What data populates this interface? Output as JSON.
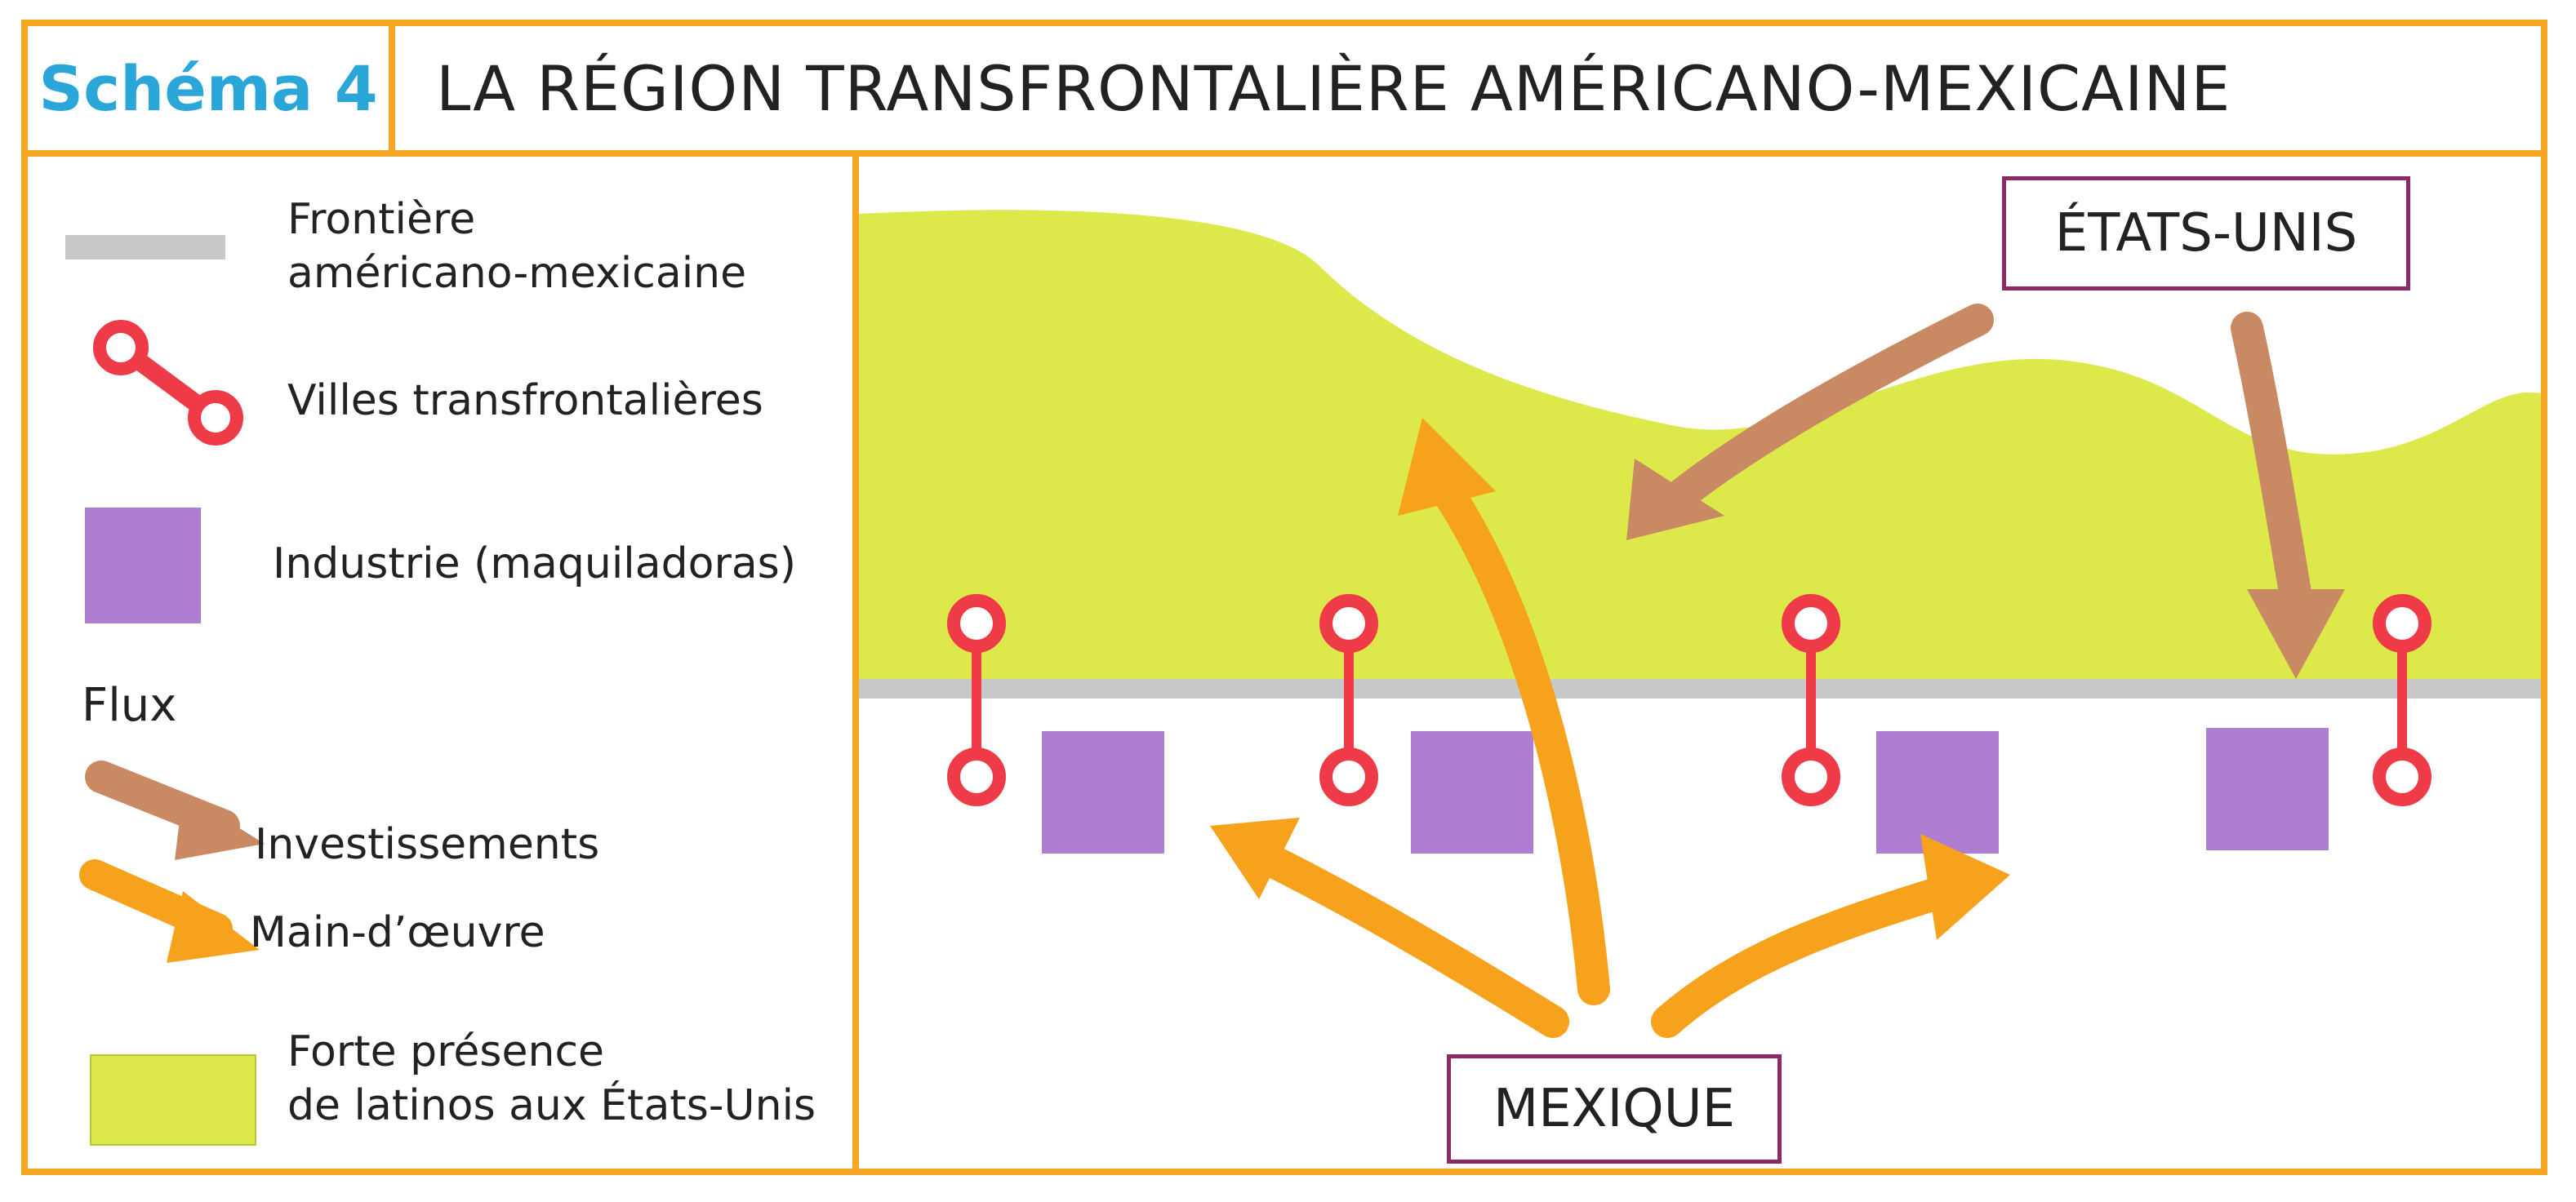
{
  "header": {
    "tag": "Schéma 4",
    "title": "LA RÉGION TRANSFRONTALIÈRE AMÉRICANO-MEXICAINE"
  },
  "legend": {
    "border": {
      "line1": "Frontière",
      "line2": "américano-mexicaine"
    },
    "cities": "Villes transfrontalières",
    "industry": "Industrie (maquiladoras)",
    "flux_title": "Flux",
    "investments": "Investissements",
    "labor": "Main-d’œuvre",
    "latinos": {
      "line1": "Forte présence",
      "line2": "de latinos aux États-Unis"
    }
  },
  "map": {
    "usa_label": "ÉTATS-UNIS",
    "mexico_label": "MEXIQUE"
  },
  "colors": {
    "frame": "#f5a623",
    "tag_text": "#2aa6d9",
    "latino_zone": "#dde84a",
    "border_line": "#c8c8c8",
    "city": "#ee3b47",
    "industry": "#b07ed1",
    "investment_arrow": "#c98a63",
    "labor_arrow": "#f7a21c",
    "label_box_border": "#8b2a66"
  }
}
